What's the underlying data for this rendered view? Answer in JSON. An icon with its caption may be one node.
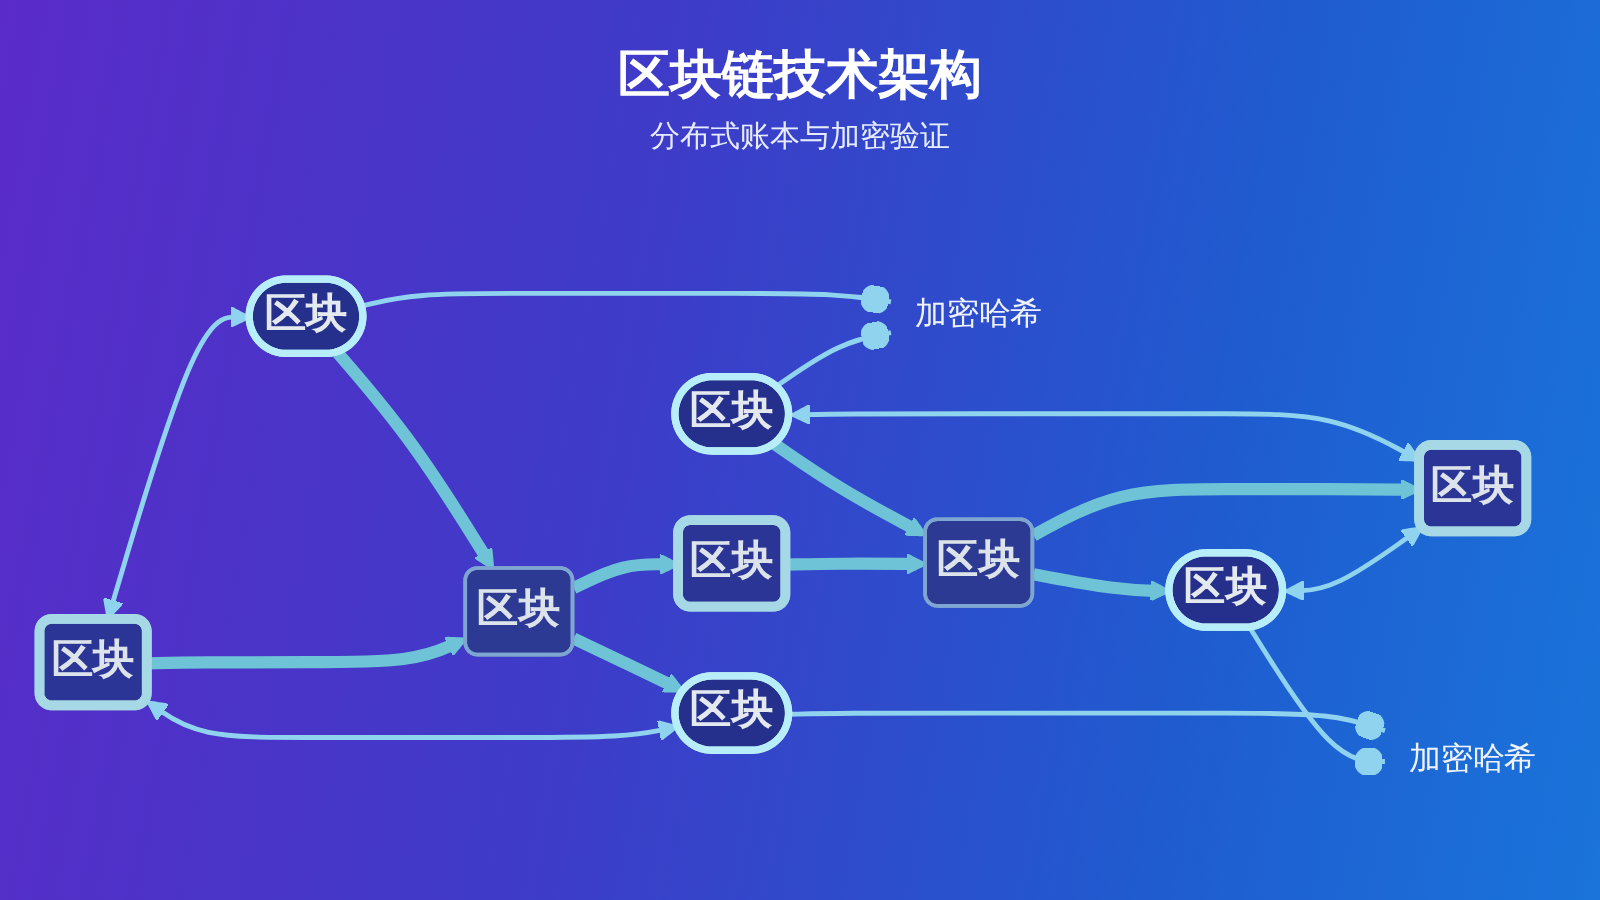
{
  "diagram": {
    "title": "区块链技术架构",
    "nodes": [
      {
        "text": [
          "区块"
        ]
      },
      {
        "text": [
          "加密哈希"
        ]
      },
      {
        "text": [
          "区块"
        ]
      },
      {
        "text": [
          "区块"
        ]
      },
      {
        "text": [
          "区块"
        ]
      },
      {
        "text": [
          "区块"
        ]
      },
      {
        "text": [
          "区块"
        ]
      },
      {
        "text": [
          "区块"
        ]
      },
      {
        "text": [
          "区块"
        ]
      },
      {
        "text": [
          "加密哈希"
        ]
      },
      {
        "text": [
          "区块"
        ]
      }
    ],
    "edges": [
      {
        "from": 3,
        "to": 0,
        "arrow": "both"
      },
      {
        "from": 0,
        "to": 1,
        "arrow": "other"
      },
      {
        "from": 2,
        "to": 1,
        "arrow": "other"
      },
      {
        "from": 2,
        "to": 7,
        "arrow": "both"
      },
      {
        "from": 0,
        "to": 4,
        "arrow": "to",
        "style": "thick"
      },
      {
        "from": 2,
        "to": 6,
        "arrow": "to",
        "style": "thick"
      },
      {
        "from": 3,
        "to": 4,
        "arrow": "to",
        "style": "thick"
      },
      {
        "from": 4,
        "to": 5,
        "arrow": "to",
        "style": "thick"
      },
      {
        "from": 5,
        "to": 6,
        "arrow": "to",
        "style": "thick"
      },
      {
        "from": 6,
        "to": 7,
        "arrow": "to",
        "style": "thick"
      },
      {
        "from": 4,
        "to": 8,
        "arrow": "to",
        "style": "thick"
      },
      {
        "from": 6,
        "to": 10,
        "arrow": "to",
        "style": "thick"
      },
      {
        "from": 3,
        "to": 8,
        "arrow": "both"
      },
      {
        "from": 8,
        "to": 9,
        "arrow": "other"
      },
      {
        "from": 10,
        "to": 9,
        "arrow": "other"
      },
      {
        "from": 10,
        "to": 7,
        "arrow": "both"
      }
    ],
    "labels": [
      "分布式账本与加密验证"
    ]
  }
}
